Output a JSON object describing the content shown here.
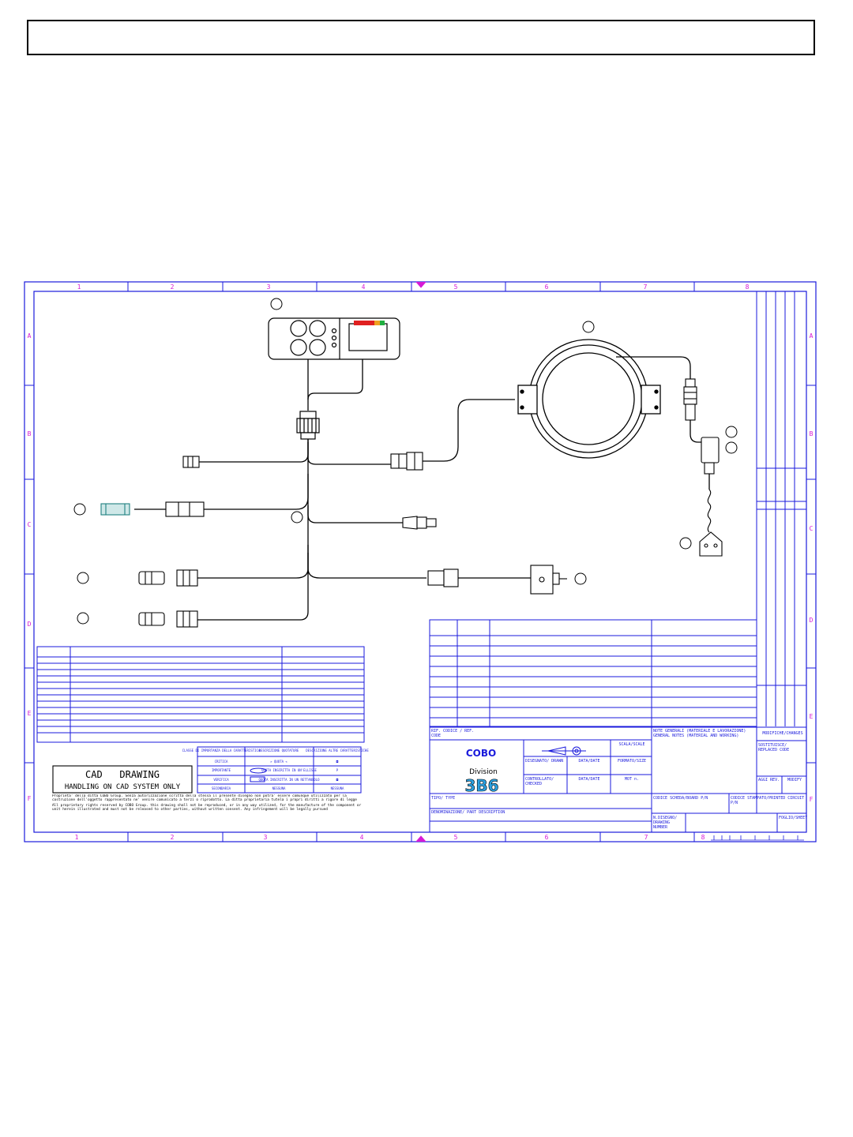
{
  "frame": {
    "columns": [
      "1",
      "2",
      "3",
      "4",
      "5",
      "6",
      "7",
      "8"
    ],
    "rows": [
      "A",
      "B",
      "C",
      "D",
      "E",
      "F"
    ]
  },
  "colors": {
    "frame": "#1a1adc",
    "grid_label": "#d61ad6",
    "wire": "#000000",
    "led_red": "#e02020",
    "led_orange": "#f0a020",
    "led_green": "#20b040"
  },
  "icons": [
    "control-unit-icon",
    "torque-sensor-ring-icon",
    "connector-icon",
    "sensor-icon",
    "switch-icon",
    "pressure-switch-icon",
    "logo-icon"
  ],
  "cad_notice": {
    "line1": "CAD   DRAWING",
    "line2": "HANDLING ON CAD SYSTEM ONLY"
  },
  "legend": {
    "headers": [
      "CLASSE DI IMPORTANZA DELLA CARATTERISTICA",
      "DESCRIZIONE QUOTATURE",
      "DESCRIZIONE ALTRE CARATTERISTICHE"
    ],
    "rows": [
      [
        "CRITICA",
        "» QUOTA «",
        "◘"
      ],
      [
        "IMPORTANTE",
        "QUOTA INSCRITTA IN UN'ELLISSE",
        "P"
      ],
      [
        "VERIFICA",
        "QUOTA INSCRITTA IN UN RETTANGOLO",
        "◘"
      ],
      [
        "SECONDARIA",
        "NESSUNA",
        "NESSUNA"
      ]
    ]
  },
  "disclaimer": {
    "it": "Proprieta' della ditta COBO Group. Senza autorizzazione scritta della stessa il presente disegno non potra' essere comunque utilizzato per la costruzione dell'oggetto rappresentato ne' venire comunicato a terzi o riprodotto. La ditta proprietaria tutela i propri diritti a rigore di legge",
    "en": "All proprietary rights reserved by COBO Group. this drawing shall not be reproduced, or in any way utilized, for the manufacture of the component or unit herein illustrated and must not be released to other parties, without written consent. Any infringement will be legally pursued"
  },
  "title_block": {
    "ref_code": "RIF. CODICE / REF. CODE",
    "general_notes": "NOTE GENERALI (MATERIALE E LAVORAZIONE) GENERAL NOTES (MATERIAL AND WORKING)",
    "changes": "MODIFICHE/CHANGES",
    "replaced": "SOSTITUISCE/ REPLACED CODE",
    "scale": "SCALA/SCALE",
    "drawn": "DISEGNATO/ DRAWN",
    "date1": "DATA/DATE",
    "size": "FORMATO/SIZE",
    "checked": "CONTROLLATO/ CHECKED",
    "date2": "DATA/DATE",
    "mot": "MOT n.",
    "agg_rev": "AGGI REV.",
    "modify": "MODIFY",
    "type": "TIPO/ TYPE",
    "part_desc": "DENOMINAZIONE/ PART DESCRIPTION",
    "board_pn": "CODICE SCHEDA/BOARD P/N",
    "pcb_pn": "CODICE STAMPATO/PRINTED CIRCUIT P/N",
    "drawing_number": "N.DISEGNO/ DRAWING NUMBER",
    "sheet": "FOGLIO/SHEET",
    "logo_brand": "COBO",
    "logo_division": "Division",
    "logo_number": "3B6"
  }
}
